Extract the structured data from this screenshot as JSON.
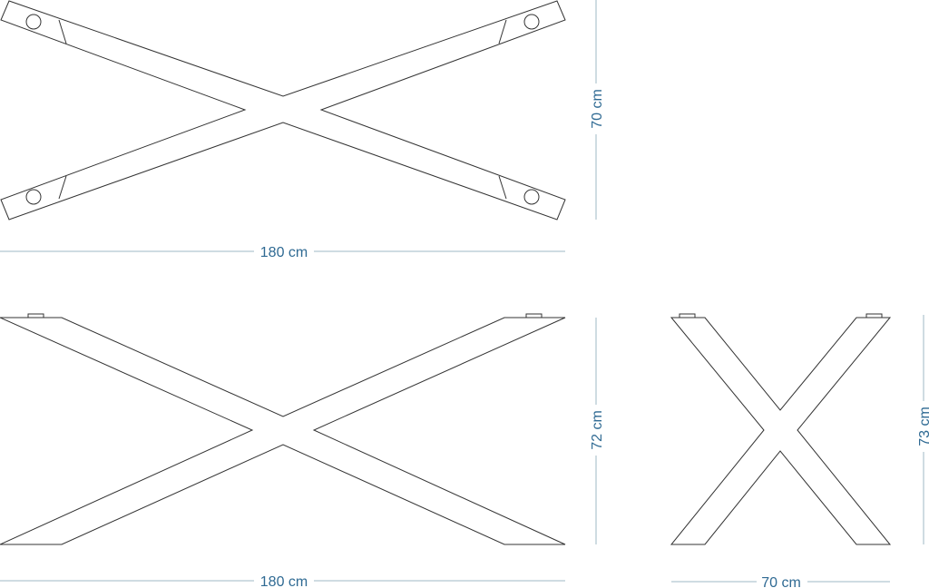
{
  "views": {
    "top": {
      "width_label": "180 cm",
      "depth_label": "70 cm"
    },
    "front": {
      "width_label": "180 cm",
      "height_label": "72 cm"
    },
    "side": {
      "width_label": "70 cm",
      "height_label": "73 cm"
    }
  },
  "colors": {
    "dimension_text": "#2f6a93",
    "dimension_line": "#9fb8c6",
    "outline": "#333333"
  }
}
